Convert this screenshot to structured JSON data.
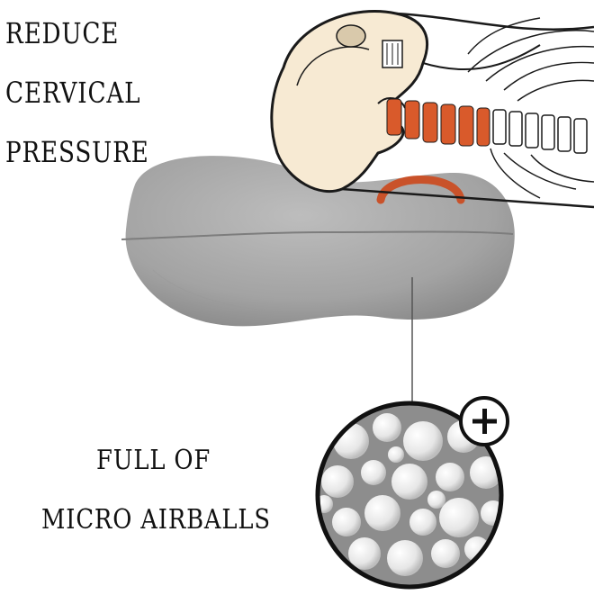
{
  "headline": {
    "lines": [
      "REDUCE",
      "CERVICAL",
      "PRESSURE"
    ]
  },
  "caption": {
    "lines": [
      "FULL OF",
      "MICRO AIRBALLS"
    ]
  },
  "colors": {
    "pillow": "#a9a9a9",
    "pillow_shadow": "#8f8f8f",
    "skull": "#f7ead3",
    "spine_highlight": "#d95a2b",
    "support_arc": "#c9522a",
    "outline": "#1a1a1a"
  },
  "icons": {
    "zoom": "plus-icon"
  }
}
